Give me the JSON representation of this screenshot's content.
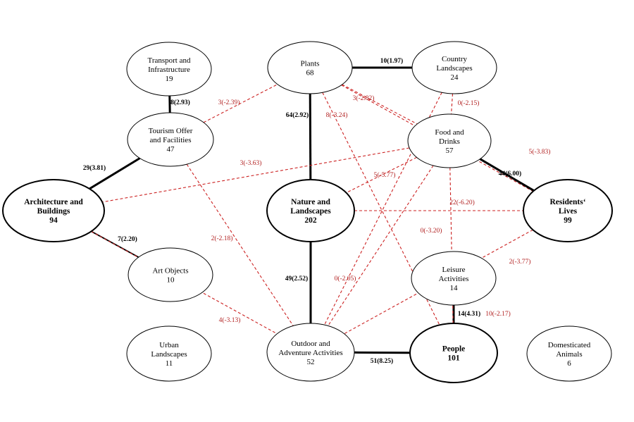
{
  "colors": {
    "positive": "#000000",
    "negative": "#cc2222",
    "node_stroke": "#000000",
    "node_fill": "#ffffff"
  },
  "nodes": {
    "transport": {
      "lines": [
        "Transport and",
        "Infrastructure",
        "19"
      ],
      "bold": false
    },
    "plants": {
      "lines": [
        "Plants",
        "68"
      ],
      "bold": false
    },
    "country": {
      "lines": [
        "Country",
        "Landscapes",
        "24"
      ],
      "bold": false
    },
    "tourism": {
      "lines": [
        "Tourism Offer",
        "and Facilities",
        "47"
      ],
      "bold": false
    },
    "food": {
      "lines": [
        "Food and",
        "Drinks",
        "57"
      ],
      "bold": false
    },
    "architecture": {
      "lines": [
        "Architecture and",
        "Buildings",
        "94"
      ],
      "bold": true
    },
    "nature": {
      "lines": [
        "Nature and",
        "Landscapes",
        "202"
      ],
      "bold": true
    },
    "residents": {
      "lines": [
        "Residents‘",
        "Lives",
        "99"
      ],
      "bold": true
    },
    "art": {
      "lines": [
        "Art Objects",
        "10"
      ],
      "bold": false
    },
    "leisure": {
      "lines": [
        "Leisure",
        "Activities",
        "14"
      ],
      "bold": false
    },
    "urban": {
      "lines": [
        "Urban",
        "Landscapes",
        "11"
      ],
      "bold": false
    },
    "outdoor": {
      "lines": [
        "Outdoor and",
        "Adventure Activities",
        "52"
      ],
      "bold": false
    },
    "people": {
      "lines": [
        "People",
        "101"
      ],
      "bold": true
    },
    "animals": {
      "lines": [
        "Domesticated",
        "Animals",
        "6"
      ],
      "bold": false
    }
  },
  "edges": [
    {
      "from": "plants",
      "to": "country",
      "label": "10(1.97)",
      "sign": "positive",
      "weight": "thick"
    },
    {
      "from": "transport",
      "to": "tourism",
      "label": "8(2.93)",
      "sign": "positive",
      "weight": "thick"
    },
    {
      "from": "tourism",
      "to": "plants",
      "label": "3(-2.39)",
      "sign": "negative"
    },
    {
      "from": "plants",
      "to": "nature",
      "label": "64(2.92)",
      "sign": "positive",
      "weight": "thick"
    },
    {
      "from": "plants",
      "to": "people",
      "label": "8(-3.24)",
      "sign": "negative"
    },
    {
      "from": "plants",
      "to": "food",
      "label": "3(-2.82)",
      "sign": "negative"
    },
    {
      "from": "plants",
      "to": "residents",
      "label": "5(-3.83)",
      "sign": "negative"
    },
    {
      "from": "country",
      "to": "food",
      "label": "0(-2.15)",
      "sign": "negative"
    },
    {
      "from": "country",
      "to": "outdoor",
      "label": "0(-3.20)",
      "sign": "negative"
    },
    {
      "from": "tourism",
      "to": "architecture",
      "label": "29(3.81)",
      "sign": "positive",
      "weight": "thick"
    },
    {
      "from": "food",
      "to": "architecture",
      "label": "3(-3.63)",
      "sign": "negative"
    },
    {
      "from": "food",
      "to": "nature",
      "label": "5(-5.77)",
      "sign": "negative"
    },
    {
      "from": "food",
      "to": "residents",
      "label": "44(6.00)",
      "sign": "positive",
      "weight": "thick"
    },
    {
      "from": "nature",
      "to": "residents",
      "label": "22(-6.20)",
      "sign": "negative"
    },
    {
      "from": "architecture",
      "to": "art",
      "label": "7(2.20)",
      "sign": "positive",
      "weight": "medium"
    },
    {
      "from": "tourism",
      "to": "outdoor",
      "label": "2(-2.18)",
      "sign": "negative"
    },
    {
      "from": "nature",
      "to": "outdoor",
      "label": "49(2.52)",
      "sign": "positive",
      "weight": "thick"
    },
    {
      "from": "food",
      "to": "outdoor",
      "label": "0(-2.05)",
      "sign": "negative"
    },
    {
      "from": "architecture",
      "to": "outdoor",
      "label": "4(-3.13)",
      "sign": "negative"
    },
    {
      "from": "residents",
      "to": "outdoor",
      "label": "2(-3.77)",
      "sign": "negative"
    },
    {
      "from": "leisure",
      "to": "people",
      "label": "14(4.31)",
      "sign": "positive",
      "weight": "thick"
    },
    {
      "from": "food",
      "to": "people",
      "label": "10(-2.17)",
      "sign": "negative"
    },
    {
      "from": "outdoor",
      "to": "people",
      "label": "51(8.25)",
      "sign": "positive",
      "weight": "thick"
    }
  ]
}
